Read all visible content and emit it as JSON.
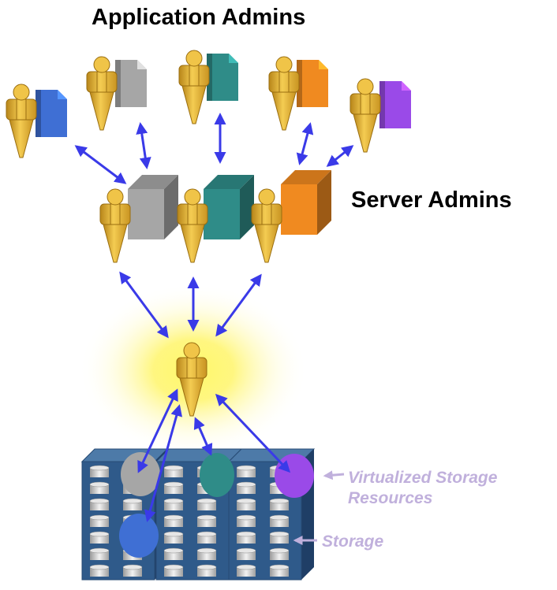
{
  "labels": {
    "application_admins": "Application Admins",
    "server_admins": "Server Admins",
    "virtualized_storage_line1": "Virtualized Storage",
    "virtualized_storage_line2": "Resources",
    "storage": "Storage"
  },
  "colors": {
    "person_body": "#e8b83a",
    "person_shade": "#b8861a",
    "arrow": "#3a3ae8",
    "glow": "#fff23a",
    "storage_front": "#2f5a8a",
    "storage_side": "#1f3e66",
    "storage_top": "#4d7aa8",
    "annotation": "#c0b0dc",
    "app_colors": [
      "#3f6fd4",
      "#a6a6a6",
      "#2f8c88",
      "#f08a20",
      "#9a4ae8"
    ],
    "server_colors": [
      "#a6a6a6",
      "#2f8c88",
      "#f08a20"
    ],
    "volume_colors": [
      "#a6a6a6",
      "#2f8c88",
      "#9a4ae8",
      "#3f6fd4"
    ]
  }
}
